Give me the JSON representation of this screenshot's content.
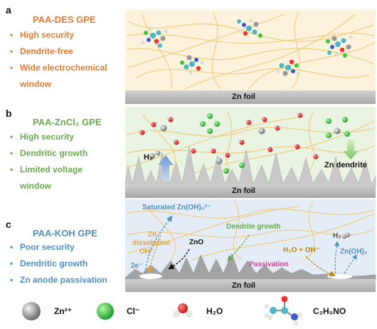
{
  "panels": [
    {
      "label": "a",
      "title": "PAA-DES GPE",
      "bullets": [
        "High security",
        "Dendrite-free",
        "Wide electrochemical",
        "window"
      ],
      "foil": "Zn foil"
    },
    {
      "label": "b",
      "title": "PAA-ZnCl₂ GPE",
      "bullets": [
        "High security",
        "Dendritic growth",
        "Limited voltage",
        "window"
      ],
      "foil": "Zn foil",
      "annotations": {
        "h2": "H₂",
        "dendrite": "Zn dendrite"
      }
    },
    {
      "label": "c",
      "title": "PAA-KOH GPE",
      "bullets": [
        "Poor security",
        "Dendritic growth",
        "Zn anode passivation"
      ],
      "foil": "Zn foil",
      "annotations": {
        "saturated": "Saturated Zn(OH)₄²⁻",
        "zn": "Zn",
        "dissolution": "dissolution",
        "oh": "OH⁻",
        "two_e": "2e⁻",
        "zno": "ZnO",
        "dendrite_growth": "Dendrite growth",
        "h2o_oh": "H₂O + OH⁻",
        "passivation": "Passivation",
        "h2": "H₂",
        "znoh2": "Zn(OH)₂"
      }
    }
  ],
  "legend": [
    {
      "icon": "zn-ion-icon",
      "label": "Zn²⁺"
    },
    {
      "icon": "chloride-ion-icon",
      "label": "Cl⁻"
    },
    {
      "icon": "water-molecule-icon",
      "label": "H₂O"
    },
    {
      "icon": "acetamide-molecule-icon",
      "label": "C₂H₅NO"
    }
  ],
  "colors": {
    "orange": "#e07a2e",
    "green": "#6aa84f",
    "blue": "#4f8fbf",
    "pink": "#e0389a",
    "bg_a": "#fdf3dc",
    "bg_b": "#eaf4e2",
    "bg_c": "#e4ecf6",
    "foil": "#bdbdbd"
  }
}
